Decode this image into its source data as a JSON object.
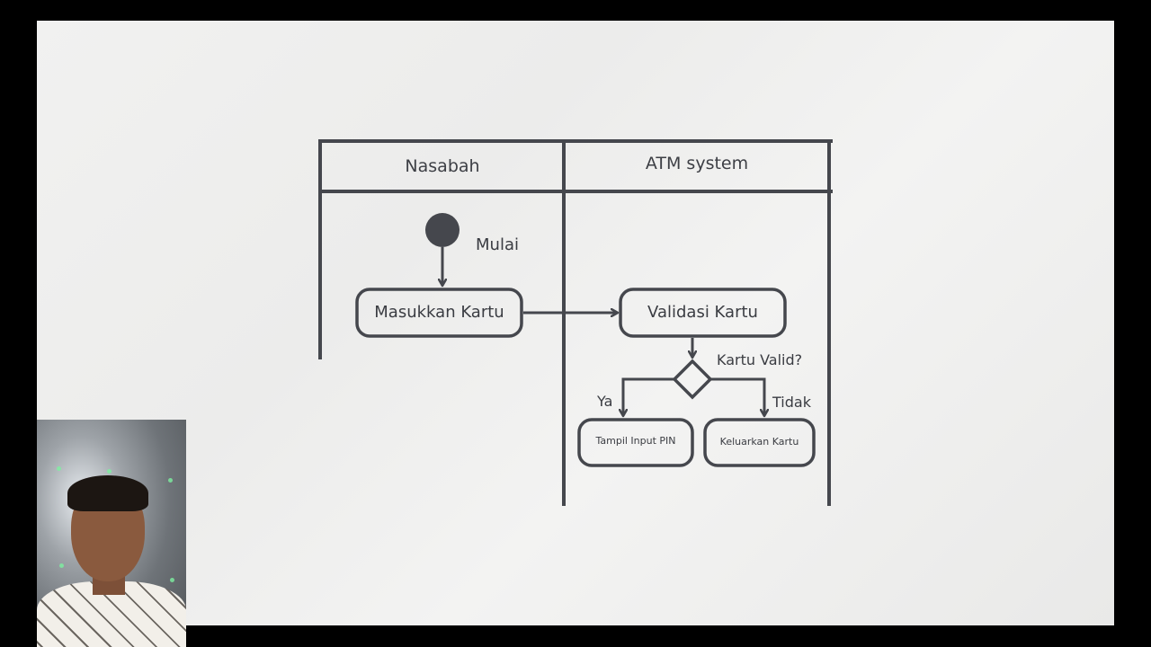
{
  "slide": {
    "background": "#efefee",
    "line_color": "#45474d"
  },
  "swimlanes": [
    {
      "title": "Nasabah"
    },
    {
      "title": "ATM system"
    }
  ],
  "nodes": {
    "start": {
      "label": "Mulai"
    },
    "insert_card": {
      "label": "Masukkan Kartu"
    },
    "validate_card": {
      "label": "Validasi Kartu"
    },
    "decision": {
      "label": "Kartu Valid?"
    },
    "show_pin": {
      "label": "Tampil Input PIN"
    },
    "eject_card": {
      "label": "Keluarkan Kartu"
    }
  },
  "edges": {
    "yes_label": "Ya",
    "no_label": "Tidak"
  },
  "webcam": {
    "description": "presenter webcam overlay"
  }
}
